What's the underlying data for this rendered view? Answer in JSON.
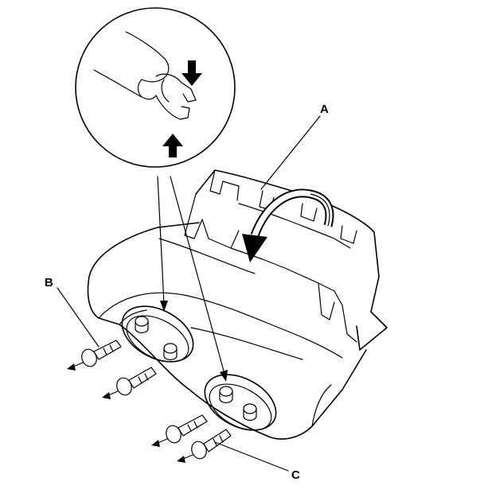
{
  "labels": {
    "a": "A",
    "b": "B",
    "c": "C"
  },
  "colors": {
    "line": "#000000",
    "background": "#ffffff"
  },
  "icons": {
    "rotate_arrow": "curved-rotation-arrow-icon",
    "squeeze_arrows": "squeeze-arrows-icon",
    "removal_arrows": "small-removal-arrow-icon"
  }
}
